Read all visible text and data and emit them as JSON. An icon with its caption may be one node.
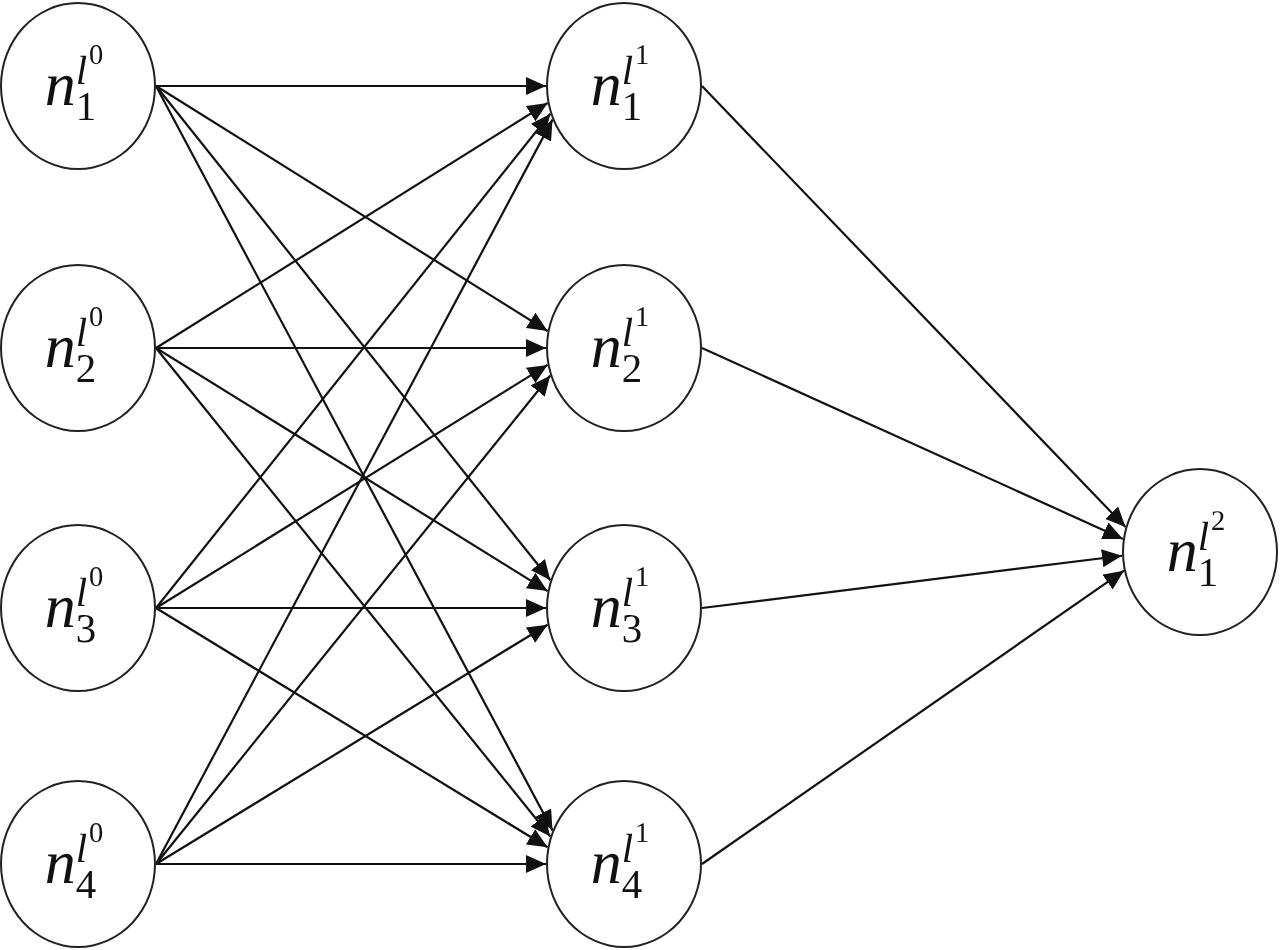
{
  "diagram": {
    "nodes": [
      {
        "text": [
          "n$_{1}$$^{l}$$^{0}$"
        ]
      },
      {
        "text": [
          "n$_{2}$$^{l}$$^{0}$"
        ]
      },
      {
        "text": [
          "n$_{3}$$^{l}$$^{0}$"
        ]
      },
      {
        "text": [
          "n$_{4}$$^{l}$$^{0}$"
        ]
      },
      {
        "text": [
          "n$_{1}$$^{l}$$^{1}$"
        ]
      },
      {
        "text": [
          "n$_{2}$$^{l}$$^{1}$"
        ]
      },
      {
        "text": [
          "n$_{3}$$^{l}$$^{1}$"
        ]
      },
      {
        "text": [
          "n$_{4}$$^{l}$$^{1}$"
        ]
      },
      {
        "text": [
          "n$_{1}$$^{l}$$^{2}$"
        ]
      }
    ],
    "edges": [
      {
        "from": 0,
        "to": 4,
        "arrow": "to"
      },
      {
        "from": 0,
        "to": 5,
        "arrow": "to"
      },
      {
        "from": 0,
        "to": 6,
        "arrow": "to"
      },
      {
        "from": 0,
        "to": 7,
        "arrow": "to"
      },
      {
        "from": 1,
        "to": 4,
        "arrow": "to"
      },
      {
        "from": 1,
        "to": 5,
        "arrow": "to"
      },
      {
        "from": 1,
        "to": 6,
        "arrow": "to"
      },
      {
        "from": 1,
        "to": 7,
        "arrow": "to"
      },
      {
        "from": 2,
        "to": 4,
        "arrow": "to"
      },
      {
        "from": 2,
        "to": 5,
        "arrow": "to"
      },
      {
        "from": 2,
        "to": 6,
        "arrow": "to"
      },
      {
        "from": 2,
        "to": 7,
        "arrow": "to"
      },
      {
        "from": 3,
        "to": 4,
        "arrow": "to"
      },
      {
        "from": 3,
        "to": 5,
        "arrow": "to"
      },
      {
        "from": 3,
        "to": 6,
        "arrow": "to"
      },
      {
        "from": 3,
        "to": 7,
        "arrow": "to"
      },
      {
        "from": 4,
        "to": 8,
        "arrow": "to"
      },
      {
        "from": 5,
        "to": 8,
        "arrow": "to"
      },
      {
        "from": 6,
        "to": 8,
        "arrow": "to"
      },
      {
        "from": 7,
        "to": 8,
        "arrow": "to"
      }
    ]
  }
}
